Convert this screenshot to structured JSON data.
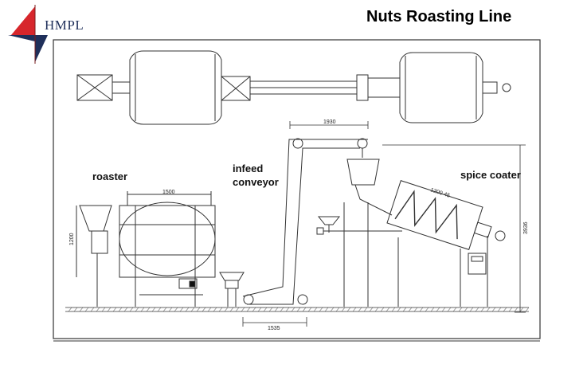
{
  "header": {
    "logo_text": "HMPL",
    "title": "Nuts Roasting Line",
    "logo_colors": {
      "red": "#d7262c",
      "navy": "#1f2f5a"
    }
  },
  "labels": {
    "roaster": "roaster",
    "infeed_conveyor_line1": "infeed",
    "infeed_conveyor_line2": "conveyor",
    "spice_coater": "spice coater"
  },
  "dimensions": {
    "conveyor_top_width": "1930",
    "roaster_width": "1500",
    "roaster_height": "1200",
    "coater_length": "1200 45",
    "overall_height": "3936",
    "conveyor_base_width": "1535"
  }
}
